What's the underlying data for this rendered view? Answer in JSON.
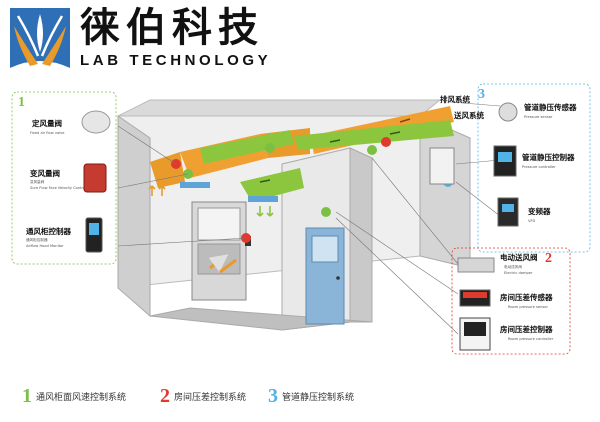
{
  "brand": {
    "name_cn": "徕伯科技",
    "name_en": "LAB TECHNOLOGY",
    "colors": {
      "blue": "#2e6fb5",
      "orange": "#e89a2a",
      "text": "#111111"
    }
  },
  "systems": {
    "s1": {
      "num": "1",
      "label": "通风柜面风速控制系统",
      "color": "#7bc043"
    },
    "s2": {
      "num": "2",
      "label": "房间压差控制系统",
      "color": "#e03a2e"
    },
    "s3": {
      "num": "3",
      "label": "管道静压控制系统",
      "color": "#4fb3e8"
    }
  },
  "components": {
    "fixed_valve": {
      "title": "定风量阀",
      "subtitle": "Fixed air flow valve"
    },
    "variable_valve": {
      "title": "变风量阀",
      "subtitle1": "变风量阀",
      "subtitle2": "Sure Flow Face Velocity Controller"
    },
    "hood_controller": {
      "title": "通风柜控制器",
      "subtitle1": "通风柜控制器",
      "subtitle2": "Airflow Hood Monitor"
    },
    "duct_pressure_sensor": {
      "title": "管道静压传感器",
      "subtitle": "Pressure sensor"
    },
    "duct_pressure_controller": {
      "title": "管道静压控制器",
      "subtitle": "Pressure controller"
    },
    "vfd": {
      "title": "变频器",
      "subtitle": "VFD"
    },
    "electric_damper": {
      "title": "电动送风阀",
      "subtitle1": "电动送风阀",
      "subtitle2": "Electric damper"
    },
    "room_pressure_sensor": {
      "title": "房间压差传感器",
      "subtitle": "Room pressure sensor"
    },
    "room_pressure_controller": {
      "title": "房间压差控制器",
      "subtitle": "Room pressure controller"
    }
  },
  "duct_labels": {
    "exhaust": "排风系统",
    "supply": "送风系统"
  },
  "icons": [
    "logo-mark-icon",
    "valve-icon",
    "controller-icon",
    "sensor-icon",
    "vfd-icon",
    "damper-icon",
    "airflow-arrow-icon"
  ]
}
